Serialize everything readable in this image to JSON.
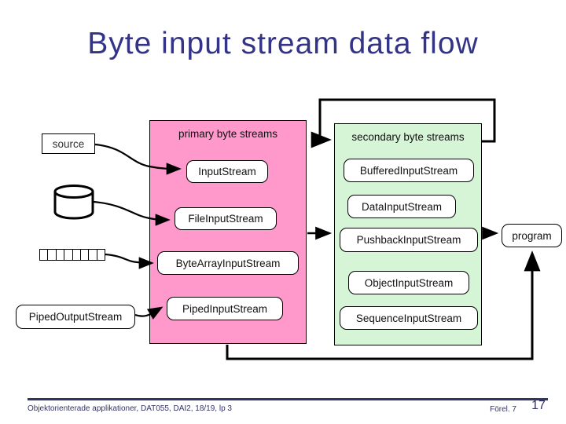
{
  "slide": {
    "title": "Byte input stream data flow"
  },
  "diagram": {
    "source_label": "source",
    "piped_output_label": "PipedOutputStream",
    "program_label": "program",
    "primary_group": {
      "header": "primary byte streams",
      "items": [
        "InputStream",
        "FileInputStream",
        "ByteArrayInputStream",
        "PipedInputStream"
      ]
    },
    "secondary_group": {
      "header": "secondary byte streams",
      "items": [
        "BufferedInputStream",
        "DataInputStream",
        "PushbackInputStream",
        "ObjectInputStream",
        "SequenceInputStream"
      ]
    },
    "colors": {
      "primary_fill": "#FF99CC",
      "secondary_fill": "#D6F5D6",
      "title_color": "#333388",
      "footer_color": "#333366",
      "arrow_color": "#000000"
    }
  },
  "footer": {
    "left": "Objektorienterade applikationer, DAT055, DAI2, 18/19, lp 3",
    "lecture_ref": "Förel. 7",
    "page_number": "17"
  }
}
